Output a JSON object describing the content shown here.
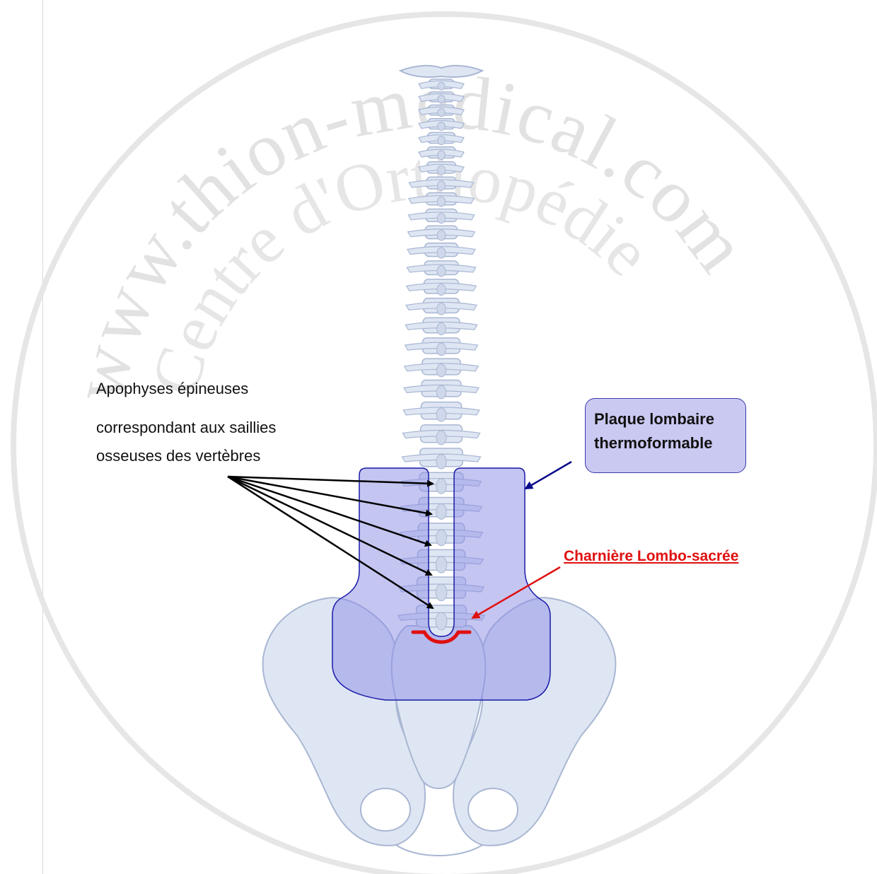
{
  "labels": {
    "apophyses_title": "Apophyses épineuses",
    "apophyses_desc_line1": "correspondant aux saillies",
    "apophyses_desc_line2": "osseuses des vertèbres",
    "plaque_line1": "Plaque lombaire",
    "plaque_line2": "thermoformable",
    "charniere": "Charnière Lombo-sacrée"
  },
  "watermark": {
    "outer_text": "www.thion-medical.com",
    "inner_text": "Centre d'Orthopédie"
  },
  "colors": {
    "bone": "#dfe6f3",
    "bone_outline": "#a9b7d3",
    "plaque_fill": "#8c8ce6",
    "plaque_outline": "#1a1aa8",
    "arrow_dark": "#0a0a8a",
    "arrow_red": "#e01010",
    "watermark": "#e2e2e2"
  }
}
